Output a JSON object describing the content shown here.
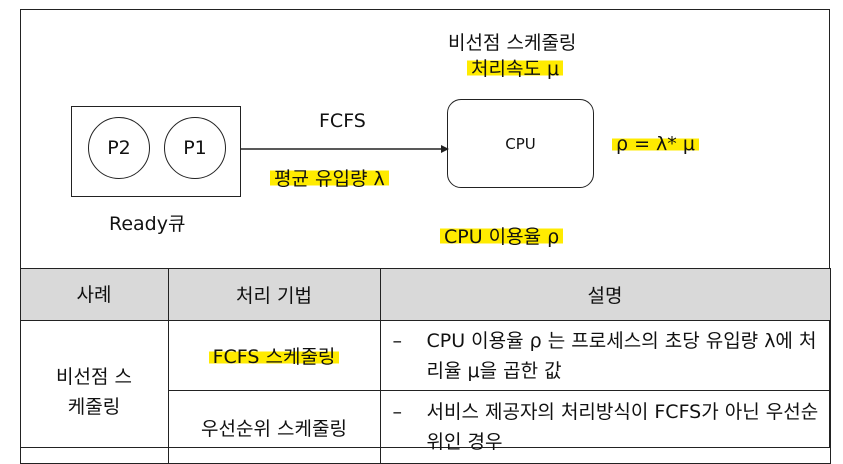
{
  "diagram": {
    "title": "비선점 스케줄링",
    "speed_label": "처리속도 μ",
    "fcfs_label": "FCFS",
    "arrival_label": "평균 유입량 λ",
    "formula": "ρ = λ* μ",
    "cpu_label": "CPU",
    "processes": [
      "P2",
      "P1"
    ],
    "queue_label": "Ready큐",
    "utilization_label": "CPU 이용율 ρ",
    "highlight_color": "#ffeb00"
  },
  "table": {
    "headers": [
      "사례",
      "처리 기법",
      "설명"
    ],
    "category": "비선점 스케줄링",
    "rows": [
      {
        "technique": "FCFS 스케줄링",
        "dash": "–",
        "description": "CPU 이용율 ρ 는 프로세스의 초당 유입량 λ에 처리율 μ을 곱한 값"
      },
      {
        "technique": "우선순위 스케줄링",
        "dash": "–",
        "description": "서비스 제공자의 처리방식이 FCFS가 아닌 우선순위인 경우"
      }
    ],
    "header_bg": "#d9d9d9"
  }
}
